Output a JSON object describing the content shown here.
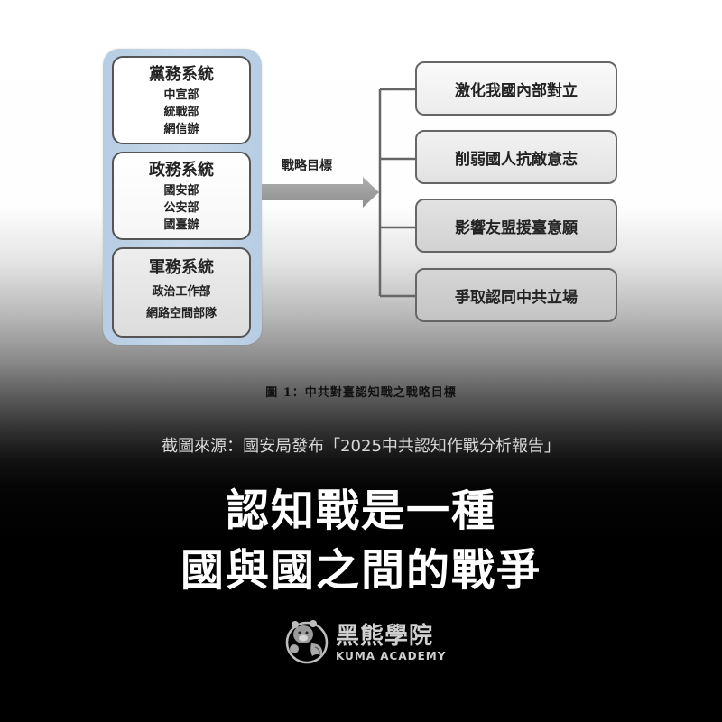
{
  "diagram": {
    "systems": [
      {
        "title": "黨務系統",
        "items": [
          "中宣部",
          "統戰部",
          "網信辦"
        ]
      },
      {
        "title": "政務系統",
        "items": [
          "國安部",
          "公安部",
          "國臺辦"
        ]
      },
      {
        "title": "軍務系統",
        "items": [
          "政治工作部",
          "網路空間部隊"
        ]
      }
    ],
    "arrow_label": "戰略目標",
    "goals": [
      "激化我國內部對立",
      "削弱國人抗敵意志",
      "影響友盟援臺意願",
      "爭取認同中共立場"
    ],
    "caption": "圖 1：中共對臺認知戰之戰略目標"
  },
  "source_text": "截圖來源：國安局發布「2025中共認知作戰分析報告」",
  "headline": {
    "line1": "認知戰是一種",
    "line2": "國與國之間的戰爭"
  },
  "logo": {
    "icon": "bear-icon",
    "name_cn": "黑熊學院",
    "name_en": "KUMA ACADEMY"
  }
}
